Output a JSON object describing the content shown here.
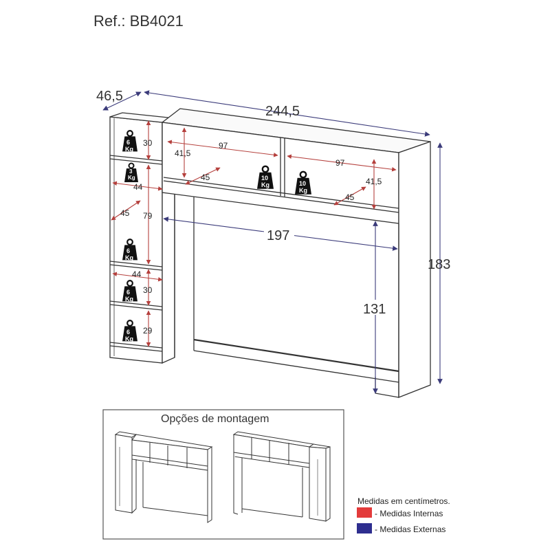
{
  "ref": "Ref.: BB4021",
  "colors": {
    "internal": "#e33b3b",
    "external": "#2e2e8f",
    "int_arrow": "#b5403d",
    "ext_arrow": "#3b3b7a"
  },
  "external_dims": {
    "depth": "46,5",
    "width": "244,5",
    "height": "183",
    "inner_width": "197",
    "inner_height": "131"
  },
  "internal_dims": {
    "tower_top_h": "30",
    "tower_width_a": "44",
    "tower_depth": "45",
    "tower_mid_h": "79",
    "tower_width_b": "44",
    "tower_low_h": "30",
    "tower_bottom_h": "29",
    "bridge_h": "41,5",
    "bridge_left_w": "97",
    "bridge_right_w": "97",
    "bridge_left_depth": "45",
    "bridge_right_depth": "45",
    "bridge_right_h": "41,5"
  },
  "weights": {
    "tower_1": {
      "value": "6",
      "unit": "Kg"
    },
    "tower_2": {
      "value": "3",
      "unit": "Kg"
    },
    "tower_3": {
      "value": "6",
      "unit": "Kg"
    },
    "tower_4": {
      "value": "6",
      "unit": "Kg"
    },
    "tower_5": {
      "value": "6",
      "unit": "Kg"
    },
    "bridge_left": {
      "value": "10",
      "unit": "Kg"
    },
    "bridge_right": {
      "value": "10",
      "unit": "Kg"
    }
  },
  "options": {
    "title": "Opções de montagem"
  },
  "legend": {
    "note": "Medidas em centímetros.",
    "internal": "- Medidas Internas",
    "external": "- Medidas Externas"
  }
}
